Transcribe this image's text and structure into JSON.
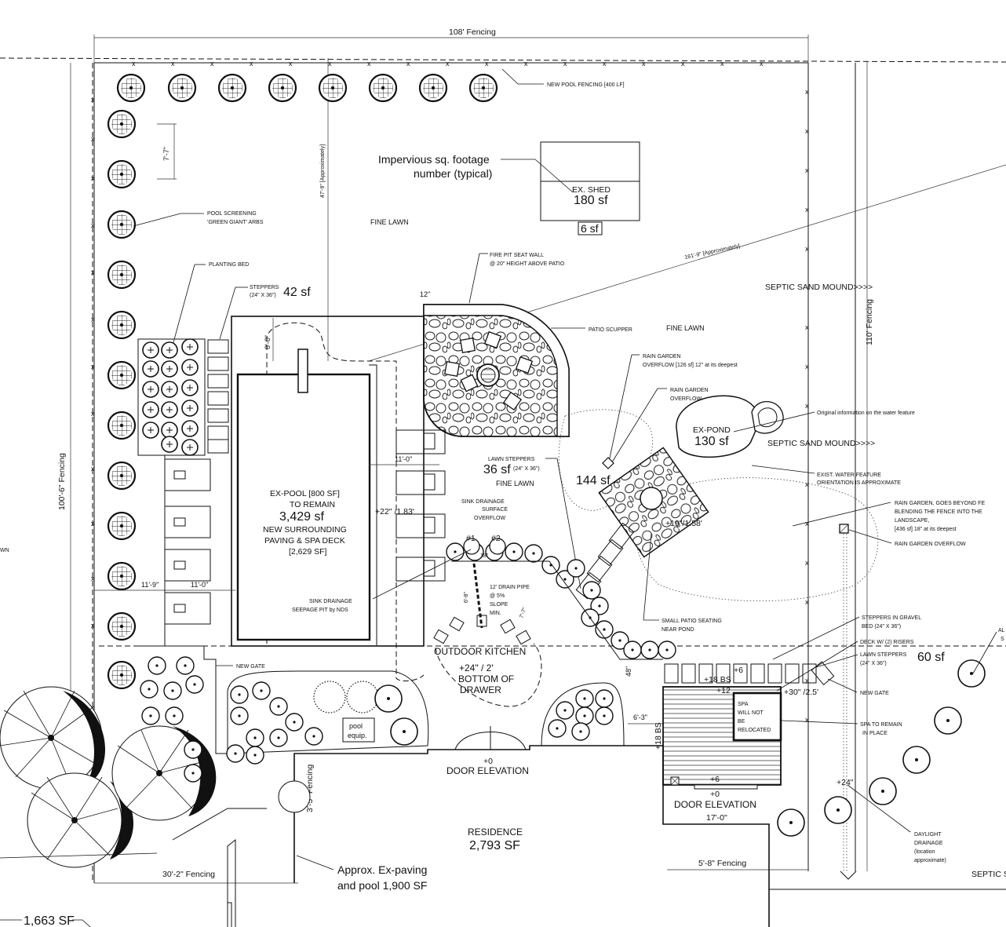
{
  "labels": {
    "fence_top": "108' Fencing",
    "fence_left": "100'-6\" Fencing",
    "fence_right": "110' Fencing",
    "fence_bottom_left": "30'-2\" Fencing",
    "fence_bottom_mid": "5'-8\" Fencing",
    "fence_side": "3'-5\" Fencing",
    "diag_dim": "161'-9\" [Approximately]",
    "vert_dim": "47'-9\" [Approximately]",
    "tree_spacing": "7'-7\"",
    "new_pool_fencing": "NEW POOL FENCING [400 LF]",
    "pool_screening_1": "POOL SCREENING",
    "pool_screening_2": "'GREEN GIANT' ARBS",
    "planting_bed": "PLANTING BED",
    "steppers_top_1": "STEPPERS",
    "steppers_top_2": "(24\" X 36\")",
    "steppers_top_sf": "42 sf",
    "impervious_1": "Impervious sq. footage",
    "impervious_2": "number (typical)",
    "shed_name": "EX. SHED",
    "shed_sf": "180 sf",
    "shed_small_sf": "6 sf",
    "fine_lawn_1": "FINE LAWN",
    "fine_lawn_2": "FINE LAWN",
    "fine_lawn_3": "FINE LAWN",
    "fire_pit_1": "FIRE PIT SEAT WALL",
    "fire_pit_2": "@ 20\" HEIGHT ABOVE PATIO",
    "dim_12": "12\"",
    "patio_scupper": "PATIO SCUPPER",
    "septic_1": "SEPTIC SAND MOUND>>>>",
    "septic_2": "SEPTIC SAND MOUND>>>>",
    "septic_3": "SEPTIC S",
    "rain_garden_1": "RAIN GARDEN",
    "rain_garden_1b": "OVERFLOW [126 sf] 12\" at its deepest",
    "rain_garden_2": "RAIN GARDEN",
    "rain_garden_2b": "OVERFLOW",
    "original_info": "Original information on the water feature",
    "pond_name": "EX-POND",
    "pond_sf": "130 sf",
    "exist_water_1": "EXIST. WATER FEATURE",
    "exist_water_2": "ORIENTATION IS APPROXIMATE",
    "rg_big_1": "RAIN GARDEN, GOES BEYOND FE",
    "rg_big_2": "BLENDING THE FENCE INTO THE",
    "rg_big_3": "LANDSCAPE,",
    "rg_big_4": "[436 sf] 18\" at its deepest",
    "rg_overflow": "RAIN GARDEN OVERFLOW",
    "lawn_steppers_1": "LAWN STEPPERS",
    "lawn_steppers_sf": "36 sf",
    "lawn_steppers_size": "(24\" X 36\")",
    "patio_sf": "144 sf",
    "grade_19": "+19\"/1.58'",
    "sink_surface_1": "SINK DRAINAGE",
    "sink_surface_2": "SURFACE",
    "sink_surface_3": "OVERFLOW",
    "pit1": "#1",
    "pit2": "#2",
    "dim_18": "18\"",
    "drain_1": "12' DRAIN PIPE",
    "drain_2": "@ 5%",
    "drain_3": "SLOPE",
    "drain_4": "MIN.",
    "dim_6_8": "6'-8\"",
    "dim_7_7": "7'-7\"",
    "pool_1": "EX-POOL [800 SF]",
    "pool_2": "TO REMAIN",
    "pool_3": "3,429 sf",
    "pool_4": "NEW SURROUNDING",
    "pool_5": "PAVING & SPA DECK",
    "pool_6": "[2,629 SF]",
    "dim_8_0": "8'-0\"",
    "dim_11_0a": "11'-0\"",
    "grade_22": "+22\" /1.83'",
    "dim_11_9": "11'-9\"",
    "dim_11_0b": "11'-0\"",
    "sink_seepage_1": "SINK DRAINAGE",
    "sink_seepage_2": "SEEPAGE PIT by NDS",
    "small_patio_1": "SMALL PATIO SEATING",
    "small_patio_2": "NEAR POND",
    "outdoor_kitchen": "OUTDOOR KITCHEN",
    "kitchen_grade": "+24\" / 2'",
    "kitchen_b1": "BOTTOM OF",
    "kitchen_b2": "DRAWER",
    "new_gate_1": "NEW GATE",
    "new_gate_2": "NEW GATE",
    "pool_equip_1": "pool",
    "pool_equip_2": "equip.",
    "door_elev_1": "DOOR ELEVATION",
    "door_elev_1_grade": "+0",
    "door_elev_2": "DOOR ELEVATION",
    "door_elev_2_grade": "+0",
    "residence_1": "RESIDENCE",
    "residence_2": "2,793 SF",
    "approx_1": "Approx. Ex-paving",
    "approx_2": "and pool 1,900 SF",
    "sf_1663": "1,663 SF",
    "dim_48": "48\"",
    "dim_6_3": "6'-3\"",
    "dim_17_0": "17'-0\"",
    "grade_18bs_1": "+18 BS",
    "grade_18bs_2": "+18 BS",
    "grade_6": "+6",
    "grade_12": "+12",
    "grade_30": "+30\" /2.5'",
    "grade_6b": "+6",
    "grade_24": "+24\"",
    "spa_1": "SPA",
    "spa_2": "WILL NOT",
    "spa_3": "BE",
    "spa_4": "RELOCATED",
    "steppers_gravel_1": "STEPPERS IN GRAVEL",
    "steppers_gravel_2": "BED (24\" X 36\")",
    "deck_risers": "DECK W/ (2) RISERS",
    "lawn_steppers_2": "LAWN STEPPERS",
    "lawn_steppers_2_size": "(24\" X 36\")",
    "lawn_steppers_2_sf": "60 sf",
    "spa_remain_1": "SPA TO REMAIN",
    "spa_remain_2": "IN PLACE",
    "daylight_1": "DAYLIGHT",
    "daylight_2": "DRAINAGE",
    "daylight_3": "(location",
    "daylight_4": "approximate)",
    "cut_a": "AL",
    "cut_s": "S",
    "cut_wn": "WN"
  }
}
